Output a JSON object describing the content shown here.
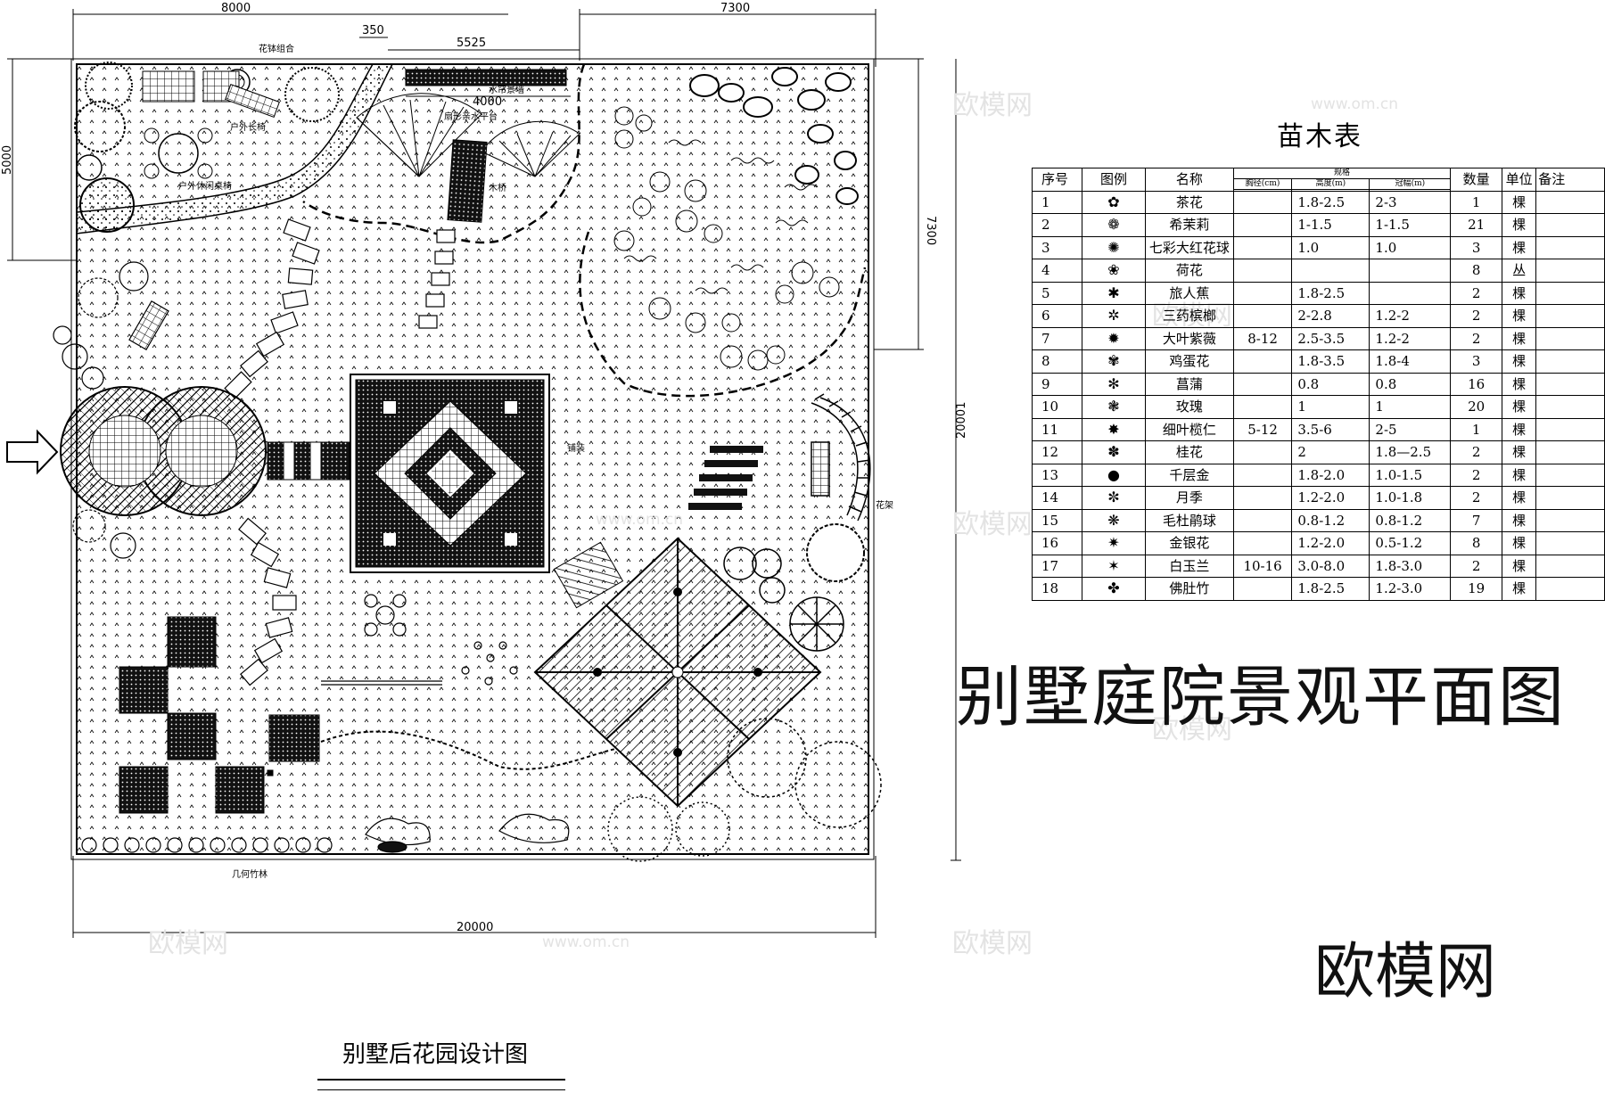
{
  "dimensions": {
    "top_left": "8000",
    "top_right": "7300",
    "gap": "350",
    "wall_length": "5525",
    "platform_width": "4000",
    "left_vertical": "5000",
    "right_vertical": "7300",
    "right_overall": "20001",
    "bottom": "20000"
  },
  "plan_labels": {
    "flower_group": "花钵组合",
    "water_wall": "水帘景墙",
    "platform": "扇形亲水平台",
    "bench": "户外长椅",
    "table_set": "户外休闲桌椅",
    "bridge": "木桥",
    "paving": "铺装",
    "pergola": "花架",
    "bamboo": "几何竹林"
  },
  "table": {
    "title": "苗木表",
    "headers": {
      "no": "序号",
      "legend": "图例",
      "name": "名称",
      "spec": "规格",
      "dbh": "胸径(cm)",
      "height": "高度(m)",
      "crown": "冠幅(m)",
      "qty": "数量",
      "unit": "单位",
      "remark": "备注"
    },
    "rows": [
      {
        "no": "1",
        "name": "茶花",
        "dbh": "",
        "height": "1.8-2.5",
        "crown": "2-3",
        "qty": "1",
        "unit": "棵",
        "icon": "camellia-icon"
      },
      {
        "no": "2",
        "name": "希茉莉",
        "dbh": "",
        "height": "1-1.5",
        "crown": "1-1.5",
        "qty": "21",
        "unit": "棵",
        "icon": "hamelia-icon"
      },
      {
        "no": "3",
        "name": "七彩大红花球",
        "dbh": "",
        "height": "1.0",
        "crown": "1.0",
        "qty": "3",
        "unit": "棵",
        "icon": "hibiscus-ball-icon"
      },
      {
        "no": "4",
        "name": "荷花",
        "dbh": "",
        "height": "",
        "crown": "",
        "qty": "8",
        "unit": "丛",
        "icon": "lotus-icon"
      },
      {
        "no": "5",
        "name": "旅人蕉",
        "dbh": "",
        "height": "1.8-2.5",
        "crown": "",
        "qty": "2",
        "unit": "棵",
        "icon": "travellers-palm-icon"
      },
      {
        "no": "6",
        "name": "三药槟榔",
        "dbh": "",
        "height": "2-2.8",
        "crown": "1.2-2",
        "qty": "2",
        "unit": "棵",
        "icon": "areca-icon"
      },
      {
        "no": "7",
        "name": "大叶紫薇",
        "dbh": "8-12",
        "height": "2.5-3.5",
        "crown": "1.2-2",
        "qty": "2",
        "unit": "棵",
        "icon": "lagerstroemia-icon"
      },
      {
        "no": "8",
        "name": "鸡蛋花",
        "dbh": "",
        "height": "1.8-3.5",
        "crown": "1.8-4",
        "qty": "3",
        "unit": "棵",
        "icon": "frangipani-icon"
      },
      {
        "no": "9",
        "name": "菖蒲",
        "dbh": "",
        "height": "0.8",
        "crown": "0.8",
        "qty": "16",
        "unit": "棵",
        "icon": "calamus-icon"
      },
      {
        "no": "10",
        "name": "玫瑰",
        "dbh": "",
        "height": "1",
        "crown": "1",
        "qty": "20",
        "unit": "棵",
        "icon": "rose-icon"
      },
      {
        "no": "11",
        "name": "细叶榄仁",
        "dbh": "5-12",
        "height": "3.5-6",
        "crown": "2-5",
        "qty": "1",
        "unit": "棵",
        "icon": "terminalia-icon"
      },
      {
        "no": "12",
        "name": "桂花",
        "dbh": "",
        "height": "2",
        "crown": "1.8—2.5",
        "qty": "2",
        "unit": "棵",
        "icon": "osmanthus-icon"
      },
      {
        "no": "13",
        "name": "千层金",
        "dbh": "",
        "height": "1.8-2.0",
        "crown": "1.0-1.5",
        "qty": "2",
        "unit": "棵",
        "icon": "melaleuca-icon"
      },
      {
        "no": "14",
        "name": "月季",
        "dbh": "",
        "height": "1.2-2.0",
        "crown": "1.0-1.8",
        "qty": "2",
        "unit": "棵",
        "icon": "china-rose-icon"
      },
      {
        "no": "15",
        "name": "毛杜鹃球",
        "dbh": "",
        "height": "0.8-1.2",
        "crown": "0.8-1.2",
        "qty": "7",
        "unit": "棵",
        "icon": "azalea-icon"
      },
      {
        "no": "16",
        "name": "金银花",
        "dbh": "",
        "height": "1.2-2.0",
        "crown": "0.5-1.2",
        "qty": "8",
        "unit": "棵",
        "icon": "honeysuckle-icon"
      },
      {
        "no": "17",
        "name": "白玉兰",
        "dbh": "10-16",
        "height": "3.0-8.0",
        "crown": "1.8-3.0",
        "qty": "2",
        "unit": "棵",
        "icon": "magnolia-icon"
      },
      {
        "no": "18",
        "name": "佛肚竹",
        "dbh": "",
        "height": "1.8-2.5",
        "crown": "1.2-3.0",
        "qty": "19",
        "unit": "棵",
        "icon": "buddha-bamboo-icon"
      }
    ]
  },
  "big_title": "别墅庭院景观平面图",
  "brand": "欧模网",
  "caption": "别墅后花园设计图",
  "watermark": {
    "text": "欧模网",
    "url": "www.om.cn"
  }
}
